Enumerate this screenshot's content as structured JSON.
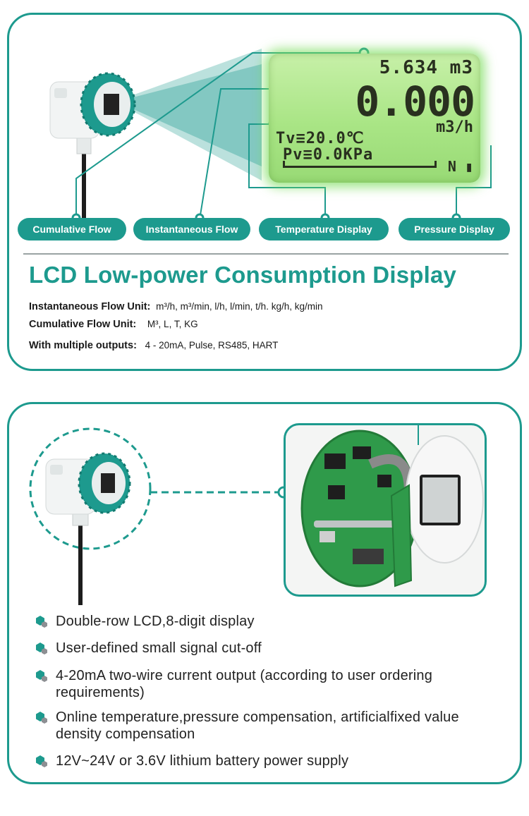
{
  "lcd": {
    "cumulative_reading": "5.634 m3",
    "instantaneous_reading": "0.000",
    "instantaneous_unit": "m3/h",
    "temperature_reading": "Tv≡20.0℃",
    "pressure_reading": "Pv≡0.0KPa",
    "mode_indicator": "N ▮"
  },
  "callouts": [
    {
      "label": "Cumulative Flow"
    },
    {
      "label": "Instantaneous Flow"
    },
    {
      "label": "Temperature Display"
    },
    {
      "label": "Pressure Display"
    }
  ],
  "headline": "LCD Low-power Consumption Display",
  "specs": [
    {
      "label": "Instantaneous Flow Unit:",
      "value": "m³/h, m³/min, l/h, l/min, t/h. kg/h, kg/min"
    },
    {
      "label": "Cumulative Flow Unit:",
      "value": "M³, L, T, KG"
    },
    {
      "label": "With multiple outputs:",
      "value": "4 - 20mA, Pulse, RS485, HART"
    }
  ],
  "features": [
    {
      "text": "Double-row LCD,8-digit display"
    },
    {
      "text": "User-defined small signal cut-off"
    },
    {
      "text": "4-20mA two-wire current output (according to user ordering requirements)"
    },
    {
      "text": "Online temperature,pressure compensation, artificialfixed value density compensation"
    },
    {
      "text": "12V~24V or 3.6V lithium battery power supply"
    }
  ],
  "colors": {
    "accent": "#1d9a8e",
    "lcd_green": "#a9e585",
    "text": "#222222"
  }
}
